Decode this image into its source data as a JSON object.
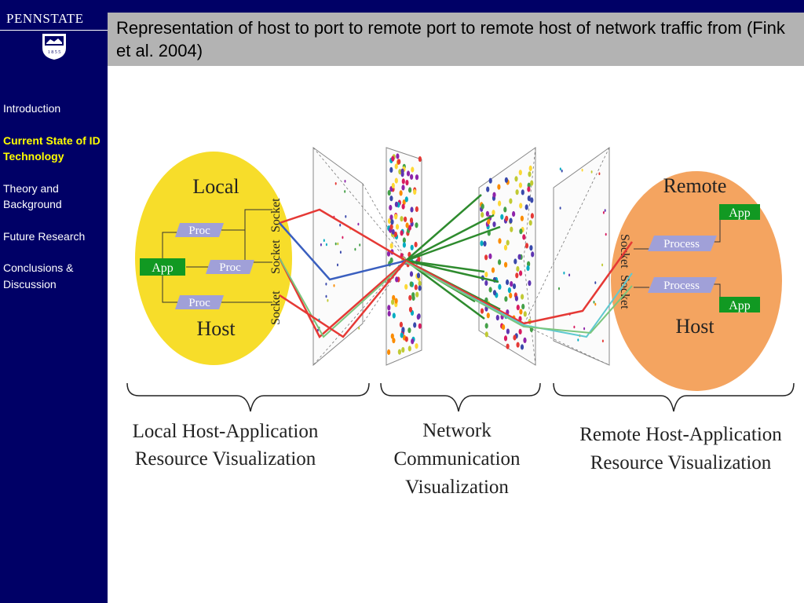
{
  "logo": {
    "brand": "PENNSTATE",
    "year": "1 8 5 5"
  },
  "title": "Representation of host to port to remote port to remote host of network traffic from (Fink et al. 2004)",
  "nav": [
    {
      "label": "Introduction",
      "active": false
    },
    {
      "label": "Current State of ID Technology",
      "active": true
    },
    {
      "label": "Theory and Background",
      "active": false
    },
    {
      "label": "Future Research",
      "active": false
    },
    {
      "label": "Conclusions & Discussion",
      "active": false
    }
  ],
  "diagram": {
    "local": {
      "title": "Local",
      "footer": "Host",
      "app": "App",
      "proc": [
        "Proc",
        "Proc",
        "Proc"
      ],
      "socket": "Socket"
    },
    "remote": {
      "title": "Remote",
      "footer": "Host",
      "apps": [
        "App",
        "App"
      ],
      "process": [
        "Process",
        "Process"
      ],
      "socket": "Socket"
    },
    "captions": {
      "left": [
        "Local Host-Application",
        "Resource Visualization"
      ],
      "middle": [
        "Network",
        "Communication",
        "Visualization"
      ],
      "right": [
        "Remote Host-Application",
        "Resource Visualization"
      ]
    }
  },
  "colors": {
    "sidebar": "#000066",
    "active_nav": "#ffff00",
    "header": "#b3b3b3",
    "local_host": "#f7dd2a",
    "remote_host": "#f4a460",
    "app_box": "#119922",
    "proc_box": "#a0a0d8"
  }
}
